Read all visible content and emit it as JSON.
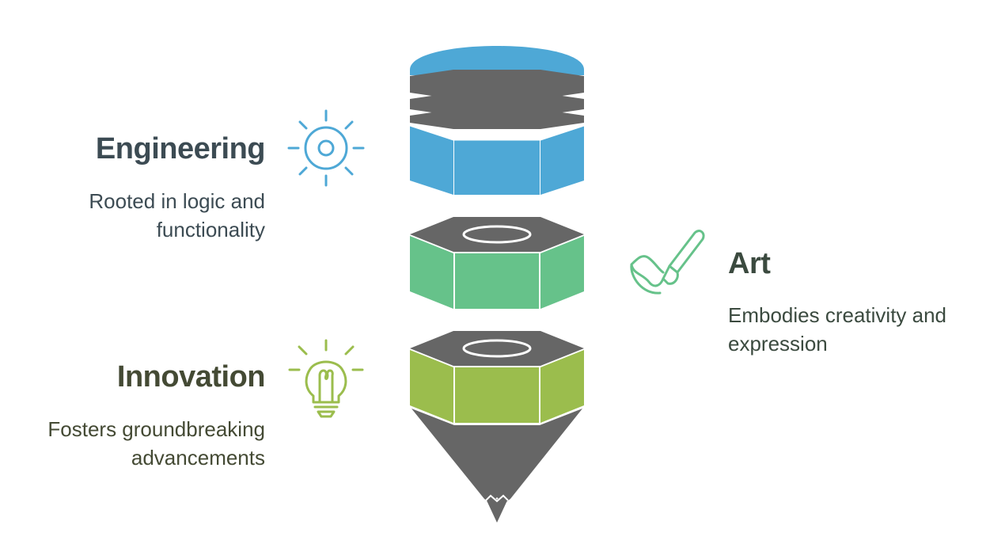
{
  "engineering": {
    "title": "Engineering",
    "description": "Rooted in logic and functionality",
    "color": "#4ea8d6",
    "icon": "gear-icon"
  },
  "art": {
    "title": "Art",
    "description": "Embodies creativity and expression",
    "color": "#66c28a",
    "icon": "paintbrush-icon"
  },
  "innovation": {
    "title": "Innovation",
    "description": "Fosters groundbreaking advancements",
    "color": "#9bbd4d",
    "icon": "lightbulb-icon"
  },
  "pencil": {
    "cap_color": "#4ea8d6",
    "band_color": "#666666",
    "segment_colors": [
      "#4ea8d6",
      "#66c28a",
      "#9bbd4d"
    ],
    "tip_color": "#666666"
  }
}
